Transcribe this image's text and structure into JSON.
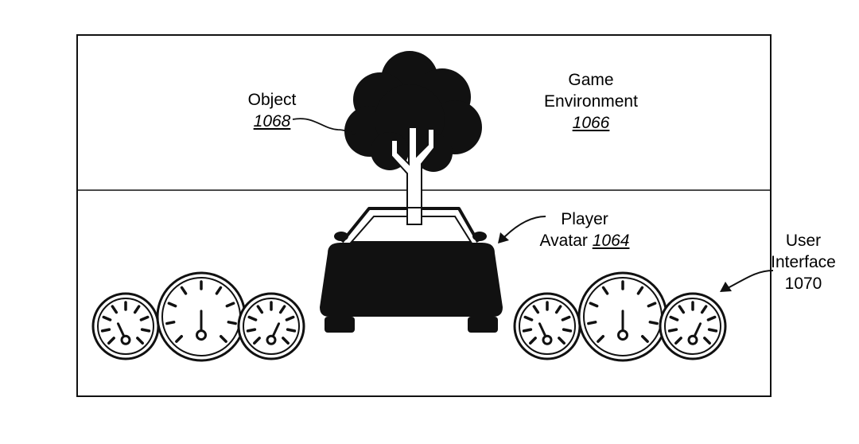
{
  "labels": {
    "object": {
      "text": "Object",
      "ref": "1068"
    },
    "game_environment": {
      "line1": "Game",
      "line2": "Environment",
      "ref": "1066"
    },
    "player_avatar": {
      "line1": "Player",
      "line2_prefix": "Avatar",
      "ref": "1064"
    },
    "user_interface": {
      "line1": "User",
      "line2": "Interface",
      "ref": "1070"
    }
  },
  "colors": {
    "ink": "#111111",
    "background": "#ffffff"
  },
  "elements": {
    "tree": "tree-icon",
    "car": "car-icon",
    "gauge_clusters": 2,
    "gauges_per_cluster": 3
  }
}
